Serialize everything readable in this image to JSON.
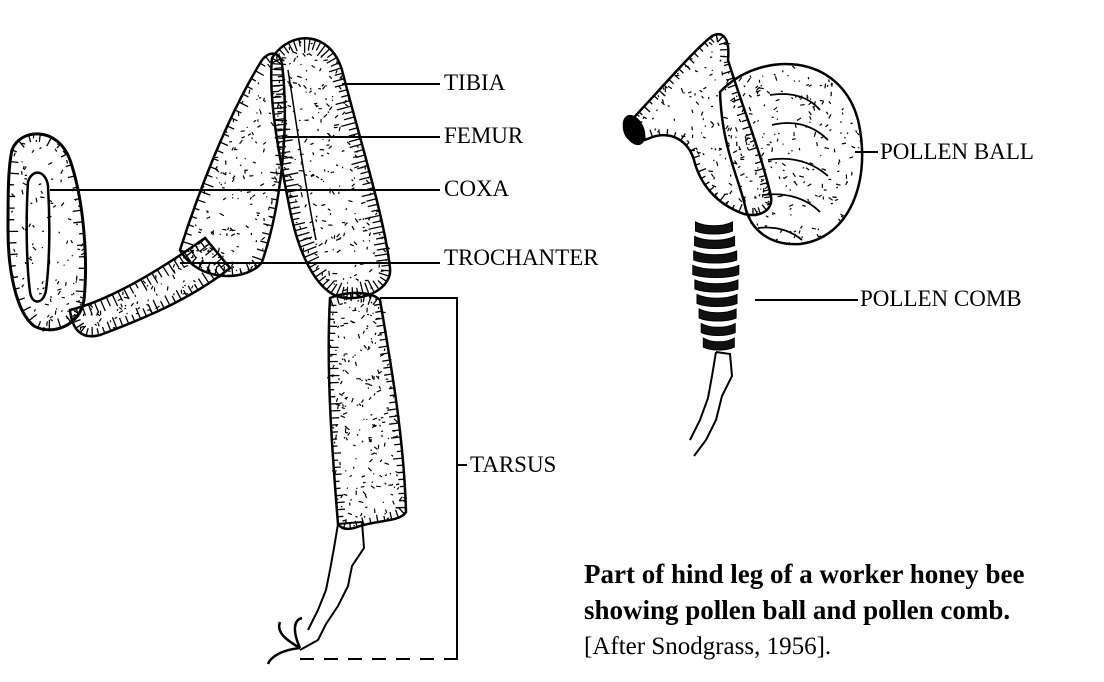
{
  "labels": {
    "tibia": "TIBIA",
    "femur": "FEMUR",
    "coxa": "COXA",
    "trochanter": "TROCHANTER",
    "tarsus": "TARSUS",
    "pollen_ball": "POLLEN BALL",
    "pollen_comb": "POLLEN COMB"
  },
  "caption": {
    "line1": "Part of hind leg of a worker honey bee",
    "line2": "showing pollen ball and pollen comb.",
    "citation": "[After Snodgrass, 1956]."
  }
}
